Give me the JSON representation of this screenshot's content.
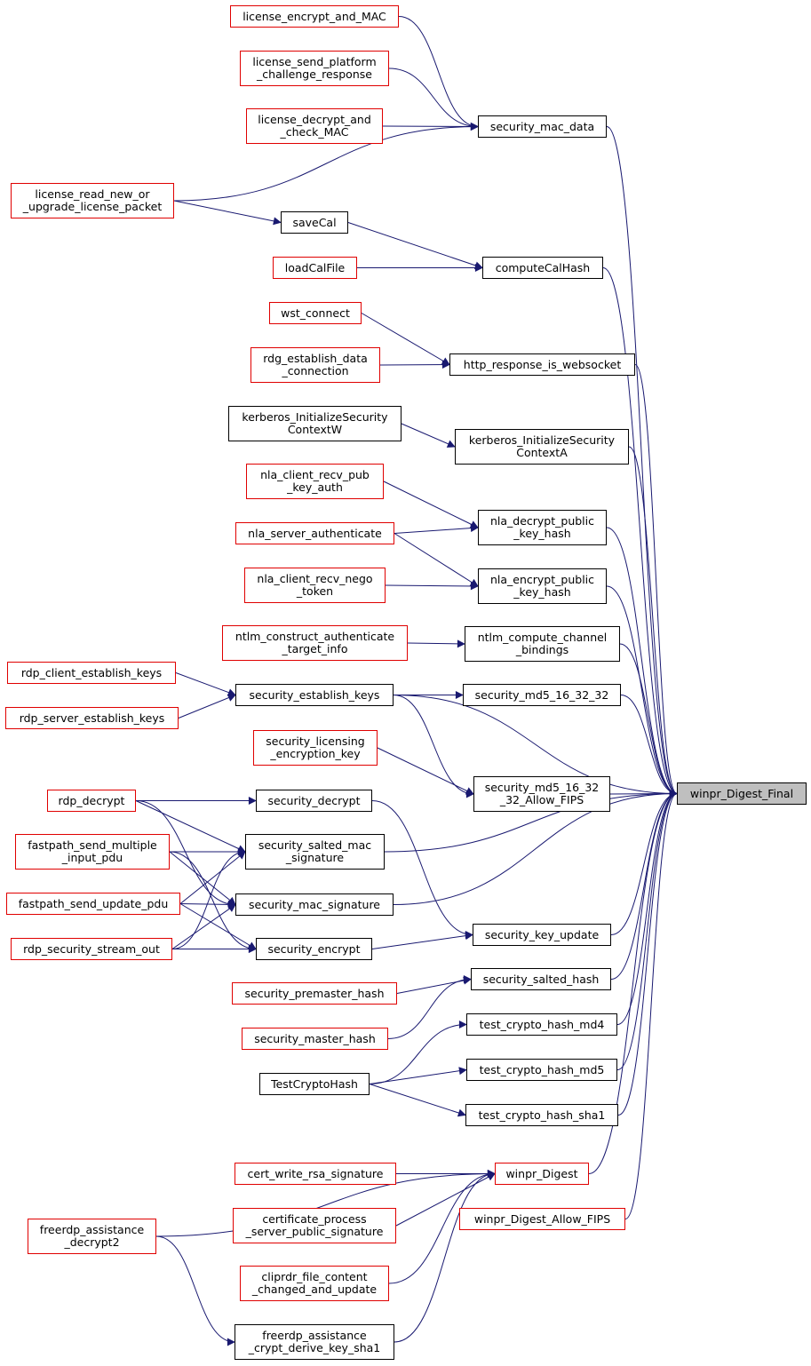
{
  "colors": {
    "edge": "#191970",
    "border_default": "#000000",
    "border_external": "#e00000",
    "target_fill": "#bfbfbf"
  },
  "nodes": [
    {
      "id": "license_encrypt_and_MAC",
      "lines": [
        "license_encrypt_and_MAC"
      ],
      "style": "red"
    },
    {
      "id": "license_send_platform_challenge_response",
      "lines": [
        "license_send_platform",
        "_challenge_response"
      ],
      "style": "red"
    },
    {
      "id": "license_decrypt_and_check_MAC",
      "lines": [
        "license_decrypt_and",
        "_check_MAC"
      ],
      "style": "red"
    },
    {
      "id": "license_read_new_or_upgrade_license_packet",
      "lines": [
        "license_read_new_or",
        "_upgrade_license_packet"
      ],
      "style": "red"
    },
    {
      "id": "security_mac_data",
      "lines": [
        "security_mac_data"
      ],
      "style": "black"
    },
    {
      "id": "saveCal",
      "lines": [
        "saveCal"
      ],
      "style": "black"
    },
    {
      "id": "loadCalFile",
      "lines": [
        "loadCalFile"
      ],
      "style": "red"
    },
    {
      "id": "computeCalHash",
      "lines": [
        "computeCalHash"
      ],
      "style": "black"
    },
    {
      "id": "wst_connect",
      "lines": [
        "wst_connect"
      ],
      "style": "red"
    },
    {
      "id": "rdg_establish_data_connection",
      "lines": [
        "rdg_establish_data",
        "_connection"
      ],
      "style": "red"
    },
    {
      "id": "http_response_is_websocket",
      "lines": [
        "http_response_is_websocket"
      ],
      "style": "black"
    },
    {
      "id": "kerberos_InitializeSecurityContextW",
      "lines": [
        "kerberos_InitializeSecurity",
        "ContextW"
      ],
      "style": "black"
    },
    {
      "id": "kerberos_InitializeSecurityContextA",
      "lines": [
        "kerberos_InitializeSecurity",
        "ContextA"
      ],
      "style": "black"
    },
    {
      "id": "nla_client_recv_pub_key_auth",
      "lines": [
        "nla_client_recv_pub",
        "_key_auth"
      ],
      "style": "red"
    },
    {
      "id": "nla_server_authenticate",
      "lines": [
        "nla_server_authenticate"
      ],
      "style": "red"
    },
    {
      "id": "nla_decrypt_public_key_hash",
      "lines": [
        "nla_decrypt_public",
        "_key_hash"
      ],
      "style": "black"
    },
    {
      "id": "nla_client_recv_nego_token",
      "lines": [
        "nla_client_recv_nego",
        "_token"
      ],
      "style": "red"
    },
    {
      "id": "nla_encrypt_public_key_hash",
      "lines": [
        "nla_encrypt_public",
        "_key_hash"
      ],
      "style": "black"
    },
    {
      "id": "ntlm_construct_authenticate_target_info",
      "lines": [
        "ntlm_construct_authenticate",
        "_target_info"
      ],
      "style": "red"
    },
    {
      "id": "ntlm_compute_channel_bindings",
      "lines": [
        "ntlm_compute_channel",
        "_bindings"
      ],
      "style": "black"
    },
    {
      "id": "rdp_client_establish_keys",
      "lines": [
        "rdp_client_establish_keys"
      ],
      "style": "red"
    },
    {
      "id": "rdp_server_establish_keys",
      "lines": [
        "rdp_server_establish_keys"
      ],
      "style": "red"
    },
    {
      "id": "security_establish_keys",
      "lines": [
        "security_establish_keys"
      ],
      "style": "black"
    },
    {
      "id": "security_md5_16_32_32",
      "lines": [
        "security_md5_16_32_32"
      ],
      "style": "black"
    },
    {
      "id": "security_licensing_encryption_key",
      "lines": [
        "security_licensing",
        "_encryption_key"
      ],
      "style": "red"
    },
    {
      "id": "security_md5_16_32_32_Allow_FIPS",
      "lines": [
        "security_md5_16_32",
        "_32_Allow_FIPS"
      ],
      "style": "black"
    },
    {
      "id": "winpr_Digest_Final",
      "lines": [
        "winpr_Digest_Final"
      ],
      "style": "target"
    },
    {
      "id": "rdp_decrypt",
      "lines": [
        "rdp_decrypt"
      ],
      "style": "red"
    },
    {
      "id": "security_decrypt",
      "lines": [
        "security_decrypt"
      ],
      "style": "black"
    },
    {
      "id": "fastpath_send_multiple_input_pdu",
      "lines": [
        "fastpath_send_multiple",
        "_input_pdu"
      ],
      "style": "red"
    },
    {
      "id": "security_salted_mac_signature",
      "lines": [
        "security_salted_mac",
        "_signature"
      ],
      "style": "black"
    },
    {
      "id": "fastpath_send_update_pdu",
      "lines": [
        "fastpath_send_update_pdu"
      ],
      "style": "red"
    },
    {
      "id": "security_mac_signature",
      "lines": [
        "security_mac_signature"
      ],
      "style": "black"
    },
    {
      "id": "security_key_update",
      "lines": [
        "security_key_update"
      ],
      "style": "black"
    },
    {
      "id": "rdp_security_stream_out",
      "lines": [
        "rdp_security_stream_out"
      ],
      "style": "red"
    },
    {
      "id": "security_encrypt",
      "lines": [
        "security_encrypt"
      ],
      "style": "black"
    },
    {
      "id": "security_salted_hash",
      "lines": [
        "security_salted_hash"
      ],
      "style": "black"
    },
    {
      "id": "security_premaster_hash",
      "lines": [
        "security_premaster_hash"
      ],
      "style": "red"
    },
    {
      "id": "security_master_hash",
      "lines": [
        "security_master_hash"
      ],
      "style": "red"
    },
    {
      "id": "test_crypto_hash_md4",
      "lines": [
        "test_crypto_hash_md4"
      ],
      "style": "black"
    },
    {
      "id": "TestCryptoHash",
      "lines": [
        "TestCryptoHash"
      ],
      "style": "black"
    },
    {
      "id": "test_crypto_hash_md5",
      "lines": [
        "test_crypto_hash_md5"
      ],
      "style": "black"
    },
    {
      "id": "test_crypto_hash_sha1",
      "lines": [
        "test_crypto_hash_sha1"
      ],
      "style": "black"
    },
    {
      "id": "cert_write_rsa_signature",
      "lines": [
        "cert_write_rsa_signature"
      ],
      "style": "red"
    },
    {
      "id": "winpr_Digest",
      "lines": [
        "winpr_Digest"
      ],
      "style": "red"
    },
    {
      "id": "certificate_process_server_public_signature",
      "lines": [
        "certificate_process",
        "_server_public_signature"
      ],
      "style": "red"
    },
    {
      "id": "winpr_Digest_Allow_FIPS",
      "lines": [
        "winpr_Digest_Allow_FIPS"
      ],
      "style": "red"
    },
    {
      "id": "freerdp_assistance_decrypt2",
      "lines": [
        "freerdp_assistance",
        "_decrypt2"
      ],
      "style": "red"
    },
    {
      "id": "cliprdr_file_content_changed_and_update",
      "lines": [
        "cliprdr_file_content",
        "_changed_and_update"
      ],
      "style": "red"
    },
    {
      "id": "freerdp_assistance_crypt_derive_key_sha1",
      "lines": [
        "freerdp_assistance",
        "_crypt_derive_key_sha1"
      ],
      "style": "black"
    }
  ],
  "edges": [
    {
      "from": "license_encrypt_and_MAC",
      "to": "security_mac_data"
    },
    {
      "from": "license_send_platform_challenge_response",
      "to": "security_mac_data"
    },
    {
      "from": "license_decrypt_and_check_MAC",
      "to": "security_mac_data"
    },
    {
      "from": "license_read_new_or_upgrade_license_packet",
      "to": "security_mac_data"
    },
    {
      "from": "license_read_new_or_upgrade_license_packet",
      "to": "saveCal"
    },
    {
      "from": "saveCal",
      "to": "computeCalHash"
    },
    {
      "from": "loadCalFile",
      "to": "computeCalHash"
    },
    {
      "from": "wst_connect",
      "to": "http_response_is_websocket"
    },
    {
      "from": "rdg_establish_data_connection",
      "to": "http_response_is_websocket"
    },
    {
      "from": "kerberos_InitializeSecurityContextW",
      "to": "kerberos_InitializeSecurityContextA"
    },
    {
      "from": "nla_client_recv_pub_key_auth",
      "to": "nla_decrypt_public_key_hash"
    },
    {
      "from": "nla_server_authenticate",
      "to": "nla_decrypt_public_key_hash"
    },
    {
      "from": "nla_server_authenticate",
      "to": "nla_encrypt_public_key_hash"
    },
    {
      "from": "nla_client_recv_nego_token",
      "to": "nla_encrypt_public_key_hash"
    },
    {
      "from": "ntlm_construct_authenticate_target_info",
      "to": "ntlm_compute_channel_bindings"
    },
    {
      "from": "rdp_client_establish_keys",
      "to": "security_establish_keys"
    },
    {
      "from": "rdp_server_establish_keys",
      "to": "security_establish_keys"
    },
    {
      "from": "security_establish_keys",
      "to": "security_md5_16_32_32"
    },
    {
      "from": "security_establish_keys",
      "to": "security_md5_16_32_32_Allow_FIPS"
    },
    {
      "from": "security_establish_keys",
      "to": "winpr_Digest_Final"
    },
    {
      "from": "security_licensing_encryption_key",
      "to": "security_md5_16_32_32_Allow_FIPS"
    },
    {
      "from": "security_mac_data",
      "to": "winpr_Digest_Final"
    },
    {
      "from": "computeCalHash",
      "to": "winpr_Digest_Final"
    },
    {
      "from": "http_response_is_websocket",
      "to": "winpr_Digest_Final"
    },
    {
      "from": "kerberos_InitializeSecurityContextA",
      "to": "winpr_Digest_Final"
    },
    {
      "from": "nla_decrypt_public_key_hash",
      "to": "winpr_Digest_Final"
    },
    {
      "from": "nla_encrypt_public_key_hash",
      "to": "winpr_Digest_Final"
    },
    {
      "from": "ntlm_compute_channel_bindings",
      "to": "winpr_Digest_Final"
    },
    {
      "from": "security_md5_16_32_32",
      "to": "winpr_Digest_Final"
    },
    {
      "from": "security_md5_16_32_32_Allow_FIPS",
      "to": "winpr_Digest_Final"
    },
    {
      "from": "security_salted_mac_signature",
      "to": "winpr_Digest_Final"
    },
    {
      "from": "security_mac_signature",
      "to": "winpr_Digest_Final"
    },
    {
      "from": "security_key_update",
      "to": "winpr_Digest_Final"
    },
    {
      "from": "security_salted_hash",
      "to": "winpr_Digest_Final"
    },
    {
      "from": "test_crypto_hash_md4",
      "to": "winpr_Digest_Final"
    },
    {
      "from": "test_crypto_hash_md5",
      "to": "winpr_Digest_Final"
    },
    {
      "from": "test_crypto_hash_sha1",
      "to": "winpr_Digest_Final"
    },
    {
      "from": "winpr_Digest",
      "to": "winpr_Digest_Final"
    },
    {
      "from": "winpr_Digest_Allow_FIPS",
      "to": "winpr_Digest_Final"
    },
    {
      "from": "rdp_decrypt",
      "to": "security_decrypt"
    },
    {
      "from": "rdp_decrypt",
      "to": "security_salted_mac_signature"
    },
    {
      "from": "rdp_decrypt",
      "to": "security_mac_signature"
    },
    {
      "from": "fastpath_send_multiple_input_pdu",
      "to": "security_salted_mac_signature"
    },
    {
      "from": "fastpath_send_multiple_input_pdu",
      "to": "security_mac_signature"
    },
    {
      "from": "fastpath_send_multiple_input_pdu",
      "to": "security_encrypt"
    },
    {
      "from": "fastpath_send_update_pdu",
      "to": "security_salted_mac_signature"
    },
    {
      "from": "fastpath_send_update_pdu",
      "to": "security_mac_signature"
    },
    {
      "from": "fastpath_send_update_pdu",
      "to": "security_encrypt"
    },
    {
      "from": "rdp_security_stream_out",
      "to": "security_salted_mac_signature"
    },
    {
      "from": "rdp_security_stream_out",
      "to": "security_mac_signature"
    },
    {
      "from": "rdp_security_stream_out",
      "to": "security_encrypt"
    },
    {
      "from": "security_decrypt",
      "to": "security_key_update"
    },
    {
      "from": "security_encrypt",
      "to": "security_key_update"
    },
    {
      "from": "security_premaster_hash",
      "to": "security_salted_hash"
    },
    {
      "from": "security_master_hash",
      "to": "security_salted_hash"
    },
    {
      "from": "TestCryptoHash",
      "to": "test_crypto_hash_md4"
    },
    {
      "from": "TestCryptoHash",
      "to": "test_crypto_hash_md5"
    },
    {
      "from": "TestCryptoHash",
      "to": "test_crypto_hash_sha1"
    },
    {
      "from": "cert_write_rsa_signature",
      "to": "winpr_Digest"
    },
    {
      "from": "certificate_process_server_public_signature",
      "to": "winpr_Digest"
    },
    {
      "from": "freerdp_assistance_decrypt2",
      "to": "winpr_Digest"
    },
    {
      "from": "cliprdr_file_content_changed_and_update",
      "to": "winpr_Digest"
    },
    {
      "from": "freerdp_assistance_crypt_derive_key_sha1",
      "to": "winpr_Digest"
    },
    {
      "from": "freerdp_assistance_decrypt2",
      "to": "freerdp_assistance_crypt_derive_key_sha1"
    }
  ]
}
